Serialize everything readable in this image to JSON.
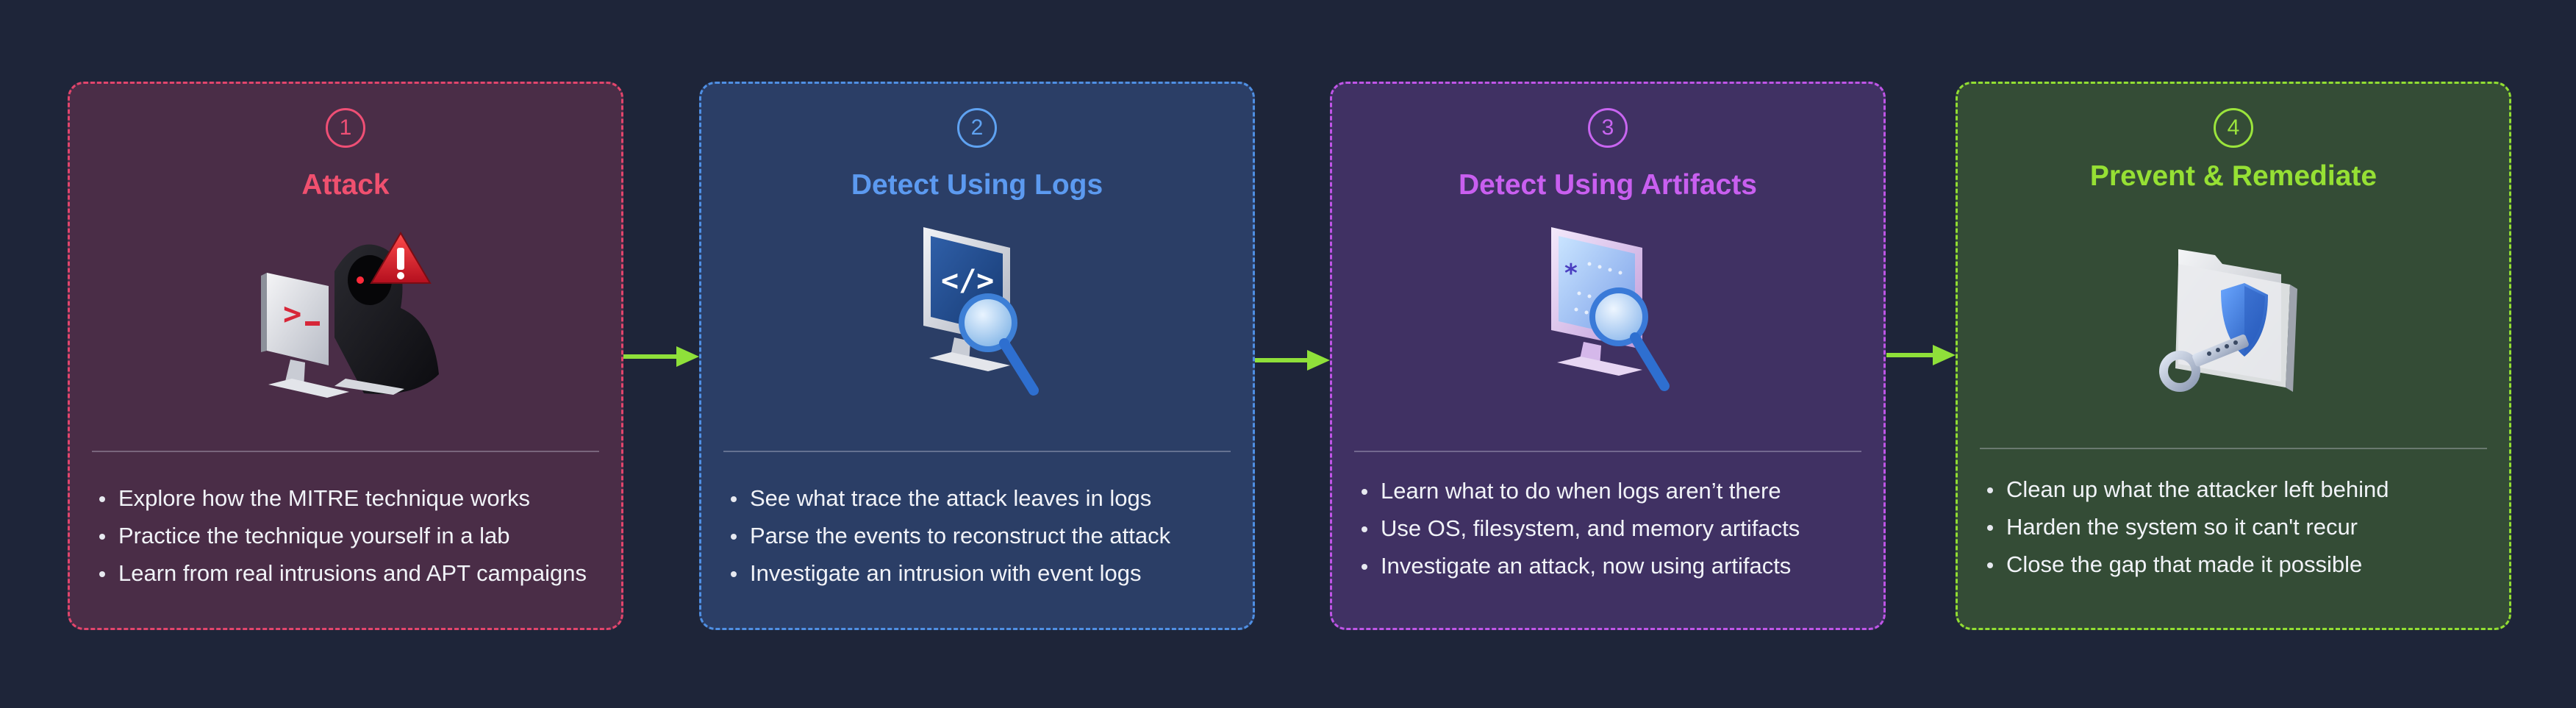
{
  "steps": [
    {
      "number": "1",
      "title": "Attack",
      "icon": "hacker-with-warning-icon",
      "color": "#e2456c",
      "bullets": [
        "Explore how the MITRE technique works",
        "Practice the technique yourself in a lab",
        "Learn from real intrusions and APT campaigns"
      ]
    },
    {
      "number": "2",
      "title": "Detect Using Logs",
      "icon": "log-monitor-magnifier-icon",
      "color": "#4f8fe3",
      "bullets": [
        "See what trace the attack leaves in logs",
        "Parse the events to reconstruct the attack",
        "Investigate an intrusion with event logs"
      ]
    },
    {
      "number": "3",
      "title": "Detect Using Artifacts",
      "icon": "artifact-monitor-magnifier-icon",
      "color": "#bf55e7",
      "bullets": [
        "Learn what to do when logs aren’t there",
        "Use OS, filesystem, and memory artifacts",
        "Investigate an attack, now using artifacts"
      ]
    },
    {
      "number": "4",
      "title": "Prevent & Remediate",
      "icon": "shield-folder-key-icon",
      "color": "#92de32",
      "bullets": [
        "Clean up what the attacker left behind",
        "Harden the system so it can't recur",
        "Close the gap that made it possible"
      ]
    }
  ],
  "connector_color": "#8fe03a"
}
